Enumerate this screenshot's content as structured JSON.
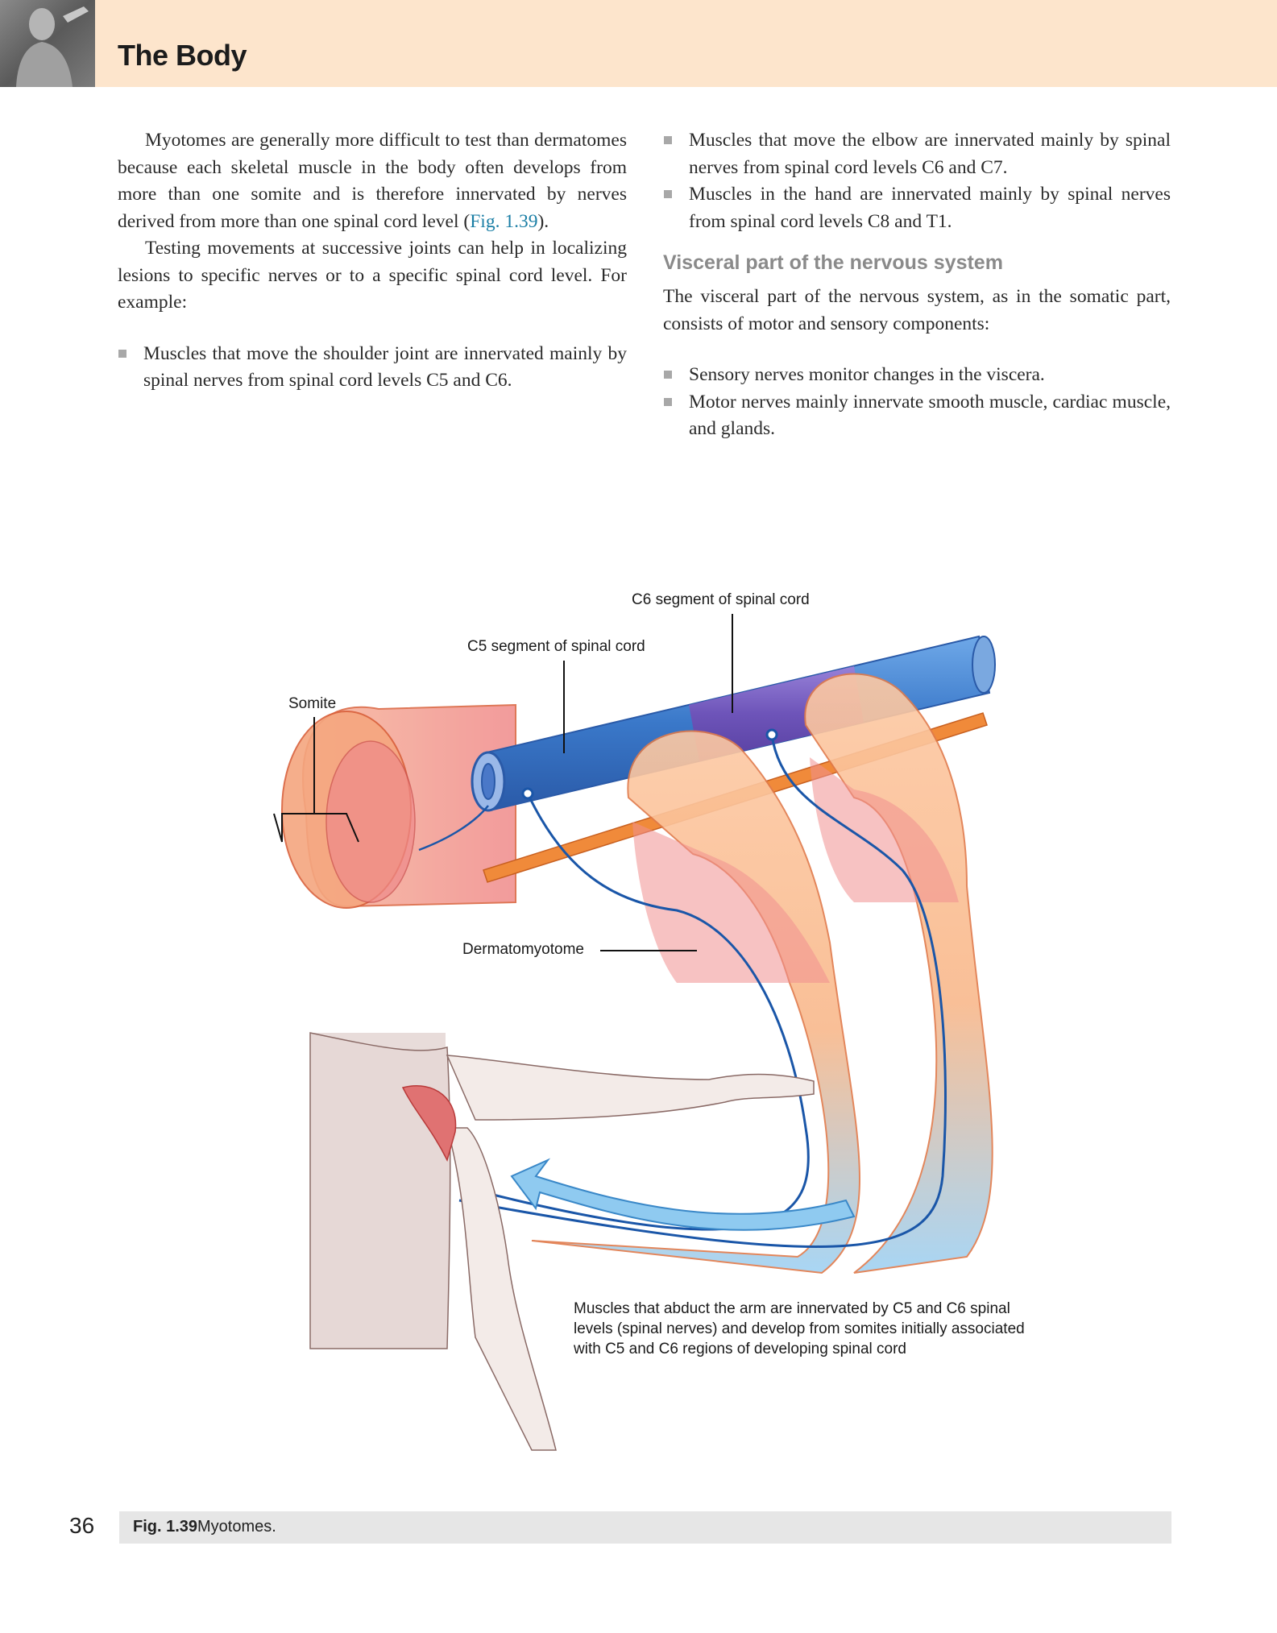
{
  "header": {
    "title": "The Body"
  },
  "left_column": {
    "para1_a": "Myotomes are generally more difficult to test than dermatomes because each skeletal muscle in the body often develops from more than one somite and is therefore innervated by nerves derived from more than one spinal cord level (",
    "para1_link": "Fig. 1.39",
    "para1_b": ").",
    "para2": "Testing movements at successive joints can help in localizing lesions to specific nerves or to a specific spinal cord level. For example:",
    "bullets": [
      "Muscles that move the shoulder joint are innervated mainly by spinal nerves from spinal cord levels C5 and C6."
    ]
  },
  "right_column": {
    "bullets_top": [
      "Muscles that move the elbow are innervated mainly by spinal nerves from spinal cord levels C6 and C7.",
      "Muscles in the hand are innervated mainly by spinal nerves from spinal cord levels C8 and T1."
    ],
    "heading": "Visceral part of the nervous system",
    "para": "The visceral part of the nervous system, as in the somatic part, consists of motor and sensory components:",
    "bullets_bottom": [
      "Sensory nerves monitor changes in the viscera.",
      "Motor nerves mainly innervate smooth muscle, cardiac muscle, and glands."
    ]
  },
  "figure": {
    "labels": {
      "c6": "C6 segment of spinal cord",
      "c5": "C5 segment of spinal cord",
      "somite": "Somite",
      "dermatomyotome": "Dermatomyotome"
    },
    "note": "Muscles that abduct the arm are innervated by C5 and C6 spinal levels (spinal nerves) and develop from somites initially associated with C5 and C6 regions of developing spinal cord"
  },
  "footer": {
    "page_number": "36",
    "caption_label": "Fig. 1.39",
    "caption_text": "Myotomes."
  }
}
